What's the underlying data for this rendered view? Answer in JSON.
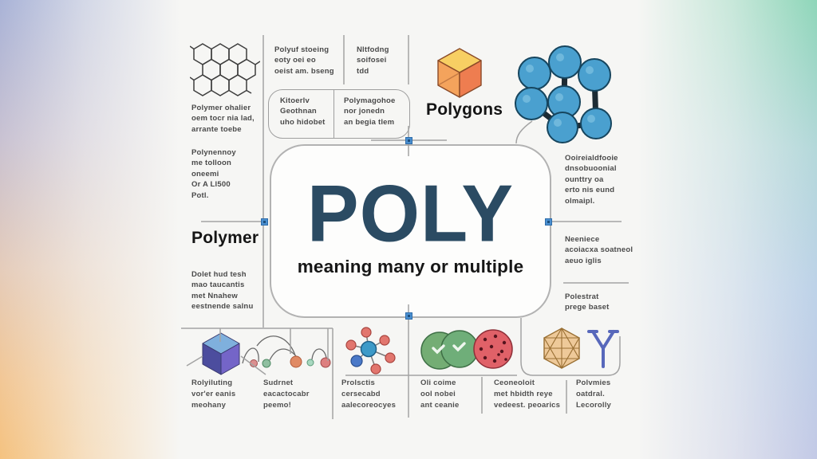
{
  "title": {
    "word": "POLY",
    "subtitle": "meaning many or multiple"
  },
  "labels": {
    "polymer": "Polymer",
    "polygons": "Polygons"
  },
  "colors": {
    "poly_text": "#2b4b63",
    "node_blue": "#4a8fd0",
    "line_gray": "#a3a3a3",
    "sphere_blue": "#4aa0cf",
    "cube_orange": "#ee7d50",
    "cube_yellow": "#f7cf63",
    "cube_purple": "#7465c8",
    "green_sphere": "#74ad74",
    "red_sphere": "#e06168",
    "geodesic_tan": "#eec999",
    "y_blue": "#5868bb"
  },
  "top_texts": [
    {
      "text": "Polyuf stoeing\neoty oei eo\noeist am. bseng"
    },
    {
      "text": "Nltfodng\nsoifosei\ntdd"
    }
  ],
  "top_box": {
    "left": "Kitoerlv\nGeothnan\nuho hidobet",
    "right": "Polymagohoe\nnor jonedn\nan begia tlem"
  },
  "left_texts": [
    {
      "text": "Polymer ohalier\noem tocr nia lad,\narrante toebe"
    },
    {
      "text": "Polynennoy\nme tolloon\noneemi\nOr A Ll500\nPotl."
    },
    {
      "text": "Dolet hud tesh\nmao taucantis\nmet Nnahew\neestnende salnu"
    }
  ],
  "right_texts": [
    {
      "text": "Ooireialdfooie\ndnsobuoonial\nounttry oa\nerto nis eund\nolmaipl."
    },
    {
      "text": "Neeniece\nacoiacxa soatneol\naeuo iglis"
    },
    {
      "text": "Polestrat\nprege baset"
    }
  ],
  "captions": [
    {
      "text": "Rolyiluting\nvor'er eanis\nmeohany"
    },
    {
      "text": "Sudrnet\neacactocabr\npeemo!"
    },
    {
      "text": "Prolsctis\ncersecabd\naalecoreocyes"
    },
    {
      "text": "Oli coime\nool nobei\nant ceanie"
    },
    {
      "text": "Ceoneoloit\nmet hbidth reye\nvedeest. peoarics"
    },
    {
      "text": "Polvmies\noatdral.\nLecorolly"
    }
  ]
}
